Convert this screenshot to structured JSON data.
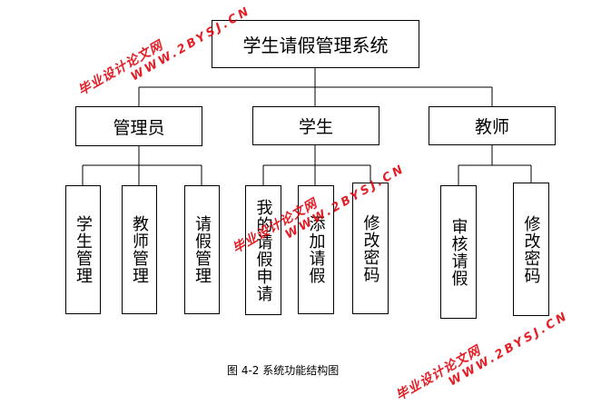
{
  "diagram": {
    "root": "学生请假管理系统",
    "roles": [
      {
        "label": "管理员",
        "functions": [
          "学生管理",
          "教师管理",
          "请假管理"
        ]
      },
      {
        "label": "学生",
        "functions": [
          "我的请假申请",
          "添加请假",
          "修改密码"
        ]
      },
      {
        "label": "教师",
        "functions": [
          "审核请假",
          "修改密码"
        ]
      }
    ],
    "caption": "图 4-2 系统功能结构图"
  },
  "watermark": {
    "line1": "毕业设计论文网",
    "line2": "WWW.2BYSJ.CN",
    "color": "#e0000a"
  },
  "colors": {
    "line": "#000000",
    "background": "#ffffff"
  }
}
